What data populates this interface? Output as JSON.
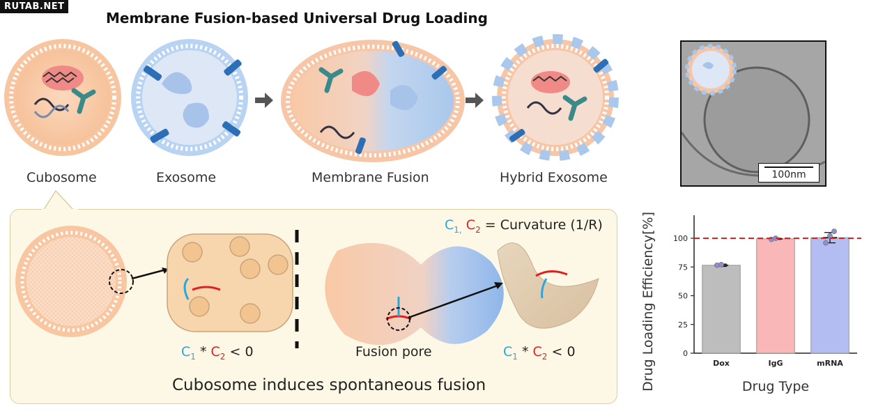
{
  "watermark": "RUTAB.NET",
  "title": "Membrane Fusion-based Universal Drug Loading",
  "stages": {
    "cubosome": "Cubosome",
    "exosome": "Exosome",
    "fusion": "Membrane Fusion",
    "hybrid": "Hybrid Exosome"
  },
  "mechanism": {
    "curvature_def_suffix": "= Curvature (1/R)",
    "eq_suffix": "< 0",
    "fusion_pore": "Fusion pore",
    "caption": "Cubosome induces spontaneous fusion"
  },
  "tem": {
    "scalebar": "100nm"
  },
  "colors": {
    "cubosome": "#f8c9a4",
    "exosome": "#a9c8ec",
    "c1": "#2aa6dc",
    "c2": "#e02020"
  },
  "chart_data": {
    "type": "bar",
    "categories": [
      "Dox",
      "IgG",
      "mRNA"
    ],
    "values": [
      76.5,
      99.5,
      100.5
    ],
    "errors": [
      1.0,
      0.5,
      4.5
    ],
    "points": [
      [
        76.5,
        77.0
      ],
      [
        99.0,
        100.0
      ],
      [
        96,
        102,
        106
      ]
    ],
    "bar_colors": [
      "#bdbdbd",
      "#f9b7b7",
      "#b3bdf2"
    ],
    "reference_line": 100,
    "xlabel": "Drug Type",
    "ylabel": "Drug Loading Efficiency[%]",
    "ylim": [
      0,
      120
    ],
    "yticks": [
      0,
      25,
      50,
      75,
      100
    ]
  }
}
